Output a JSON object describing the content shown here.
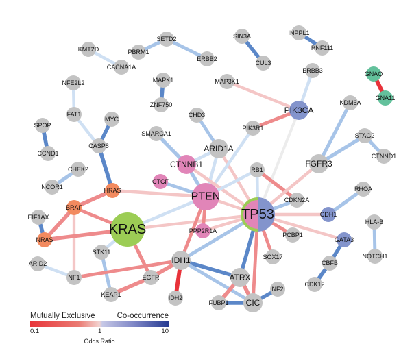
{
  "figure": {
    "type": "gene-interaction-network",
    "description": "Pairwise mutual exclusivity / co-occurrence network of mutated genes"
  },
  "colors": {
    "node_default": "#c3c3c3",
    "node_pink": "#e185b8",
    "node_green": "#9ccd55",
    "node_orange": "#f28a5f",
    "node_blue": "#8394cc",
    "node_teal": "#63c19c",
    "edge_strong_exclusive": "#e8323a",
    "edge_exclusive": "#ee8b8c",
    "edge_weak_exclusive": "#f4c6c6",
    "edge_neutral": "#ececec",
    "edge_weak_cooccur": "#cfe0f3",
    "edge_cooccur": "#a7c4e8",
    "edge_strong_cooccur": "#5b87c8"
  },
  "nodes": [
    {
      "id": "KMT2D",
      "color": "default",
      "size": "s"
    },
    {
      "id": "CACNA1A",
      "color": "default",
      "size": "s"
    },
    {
      "id": "PBRM1",
      "color": "default",
      "size": "s"
    },
    {
      "id": "SETD2",
      "color": "default",
      "size": "s"
    },
    {
      "id": "ERBB2",
      "color": "default",
      "size": "s"
    },
    {
      "id": "SIN3A",
      "color": "default",
      "size": "s"
    },
    {
      "id": "CUL3",
      "color": "default",
      "size": "s"
    },
    {
      "id": "INPPL1",
      "color": "default",
      "size": "s"
    },
    {
      "id": "RNF111",
      "color": "default",
      "size": "s"
    },
    {
      "id": "ERBB3",
      "color": "default",
      "size": "s"
    },
    {
      "id": "GNAQ",
      "color": "teal",
      "size": "s"
    },
    {
      "id": "GNA11",
      "color": "teal",
      "size": "s"
    },
    {
      "id": "MAP3K1",
      "color": "default",
      "size": "s"
    },
    {
      "id": "PIK3CA",
      "color": "blue",
      "size": "m"
    },
    {
      "id": "NFE2L2",
      "color": "default",
      "size": "s"
    },
    {
      "id": "MAPK1",
      "color": "default",
      "size": "s"
    },
    {
      "id": "ZNF750",
      "color": "default",
      "size": "s"
    },
    {
      "id": "CHD3",
      "color": "default",
      "size": "s"
    },
    {
      "id": "PIK3R1",
      "color": "default",
      "size": "s"
    },
    {
      "id": "KDM6A",
      "color": "default",
      "size": "s"
    },
    {
      "id": "FAT1",
      "color": "default",
      "size": "s"
    },
    {
      "id": "MYC",
      "color": "default",
      "size": "s"
    },
    {
      "id": "SPOP",
      "color": "default",
      "size": "s"
    },
    {
      "id": "CASP8",
      "color": "default",
      "size": "s"
    },
    {
      "id": "SMARCA1",
      "color": "default",
      "size": "s"
    },
    {
      "id": "ARID1A",
      "color": "default",
      "size": "m"
    },
    {
      "id": "STAG2",
      "color": "default",
      "size": "s"
    },
    {
      "id": "CTNND1",
      "color": "default",
      "size": "s"
    },
    {
      "id": "CTNNB1",
      "color": "pink",
      "size": "m"
    },
    {
      "id": "FGFR3",
      "color": "default",
      "size": "m"
    },
    {
      "id": "CCND1",
      "color": "default",
      "size": "s"
    },
    {
      "id": "CHEK2",
      "color": "default",
      "size": "s"
    },
    {
      "id": "RB1",
      "color": "default",
      "size": "s"
    },
    {
      "id": "CTCF",
      "color": "pink",
      "size": "s"
    },
    {
      "id": "NCOR1",
      "color": "default",
      "size": "s"
    },
    {
      "id": "HRAS",
      "color": "orange",
      "size": "s"
    },
    {
      "id": "PTEN",
      "color": "pink",
      "size": "l"
    },
    {
      "id": "CDKN2A",
      "color": "default",
      "size": "s"
    },
    {
      "id": "RHOA",
      "color": "default",
      "size": "s"
    },
    {
      "id": "BRAF",
      "color": "orange",
      "size": "s"
    },
    {
      "id": "TP53",
      "color": "multi",
      "size": "xl"
    },
    {
      "id": "CDH1",
      "color": "blue",
      "size": "s"
    },
    {
      "id": "EIF1AX",
      "color": "default",
      "size": "s"
    },
    {
      "id": "KRAS",
      "color": "green",
      "size": "xl"
    },
    {
      "id": "PPP2R1A",
      "color": "pink",
      "size": "s"
    },
    {
      "id": "HLA-B",
      "color": "default",
      "size": "s"
    },
    {
      "id": "PCBP1",
      "color": "default",
      "size": "s"
    },
    {
      "id": "GATA3",
      "color": "blue",
      "size": "s"
    },
    {
      "id": "NRAS",
      "color": "orange",
      "size": "s"
    },
    {
      "id": "STK11",
      "color": "default",
      "size": "s"
    },
    {
      "id": "SOX17",
      "color": "default",
      "size": "s"
    },
    {
      "id": "NOTCH1",
      "color": "default",
      "size": "s"
    },
    {
      "id": "CBFB",
      "color": "default",
      "size": "s"
    },
    {
      "id": "ARID2",
      "color": "default",
      "size": "s"
    },
    {
      "id": "IDH1",
      "color": "default",
      "size": "m"
    },
    {
      "id": "NF1",
      "color": "default",
      "size": "s"
    },
    {
      "id": "EGFR",
      "color": "default",
      "size": "s"
    },
    {
      "id": "ATRX",
      "color": "default",
      "size": "m"
    },
    {
      "id": "CDK12",
      "color": "default",
      "size": "s"
    },
    {
      "id": "NF2",
      "color": "default",
      "size": "s"
    },
    {
      "id": "KEAP1",
      "color": "default",
      "size": "s"
    },
    {
      "id": "IDH2",
      "color": "default",
      "size": "s"
    },
    {
      "id": "FUBP1",
      "color": "default",
      "size": "s"
    },
    {
      "id": "CIC",
      "color": "default",
      "size": "m"
    }
  ],
  "edges": [
    {
      "source": "KMT2D",
      "target": "CACNA1A",
      "odds_ratio": 2
    },
    {
      "source": "PBRM1",
      "target": "SETD2",
      "odds_ratio": 3
    },
    {
      "source": "SETD2",
      "target": "ERBB2",
      "odds_ratio": 3
    },
    {
      "source": "SIN3A",
      "target": "CUL3",
      "odds_ratio": 5
    },
    {
      "source": "INPPL1",
      "target": "RNF111",
      "odds_ratio": 5
    },
    {
      "source": "GNAQ",
      "target": "GNA11",
      "odds_ratio": 0.1
    },
    {
      "source": "ERBB3",
      "target": "PIK3CA",
      "odds_ratio": 1.8
    },
    {
      "source": "MAP3K1",
      "target": "PIK3CA",
      "odds_ratio": 0.7
    },
    {
      "source": "PIK3R1",
      "target": "PIK3CA",
      "odds_ratio": 0.3
    },
    {
      "source": "PIK3CA",
      "target": "TP53",
      "odds_ratio": 1
    },
    {
      "source": "MAPK1",
      "target": "ZNF750",
      "odds_ratio": 6
    },
    {
      "source": "NFE2L2",
      "target": "FAT1",
      "odds_ratio": 1.8
    },
    {
      "source": "FAT1",
      "target": "CASP8",
      "odds_ratio": 2
    },
    {
      "source": "MYC",
      "target": "CASP8",
      "odds_ratio": 5
    },
    {
      "source": "CASP8",
      "target": "HRAS",
      "odds_ratio": 7
    },
    {
      "source": "SPOP",
      "target": "CCND1",
      "odds_ratio": 7
    },
    {
      "source": "CHEK2",
      "target": "NCOR1",
      "odds_ratio": 4
    },
    {
      "source": "CHD3",
      "target": "ARID1A",
      "odds_ratio": 2.5
    },
    {
      "source": "SMARCA1",
      "target": "CTNNB1",
      "odds_ratio": 4
    },
    {
      "source": "ARID1A",
      "target": "CTNNB1",
      "odds_ratio": 2
    },
    {
      "source": "ARID1A",
      "target": "PTEN",
      "odds_ratio": 2
    },
    {
      "source": "ARID1A",
      "target": "TP53",
      "odds_ratio": 0.6
    },
    {
      "source": "PIK3R1",
      "target": "PTEN",
      "odds_ratio": 1.8
    },
    {
      "source": "CTNNB1",
      "target": "PTEN",
      "odds_ratio": 4
    },
    {
      "source": "CTNNB1",
      "target": "TP53",
      "odds_ratio": 0.5
    },
    {
      "source": "CTCF",
      "target": "PTEN",
      "odds_ratio": 2.5
    },
    {
      "source": "RB1",
      "target": "PTEN",
      "odds_ratio": 2
    },
    {
      "source": "RB1",
      "target": "TP53",
      "odds_ratio": 2
    },
    {
      "source": "RB1",
      "target": "CDKN2A",
      "odds_ratio": 0.25
    },
    {
      "source": "KDM6A",
      "target": "FGFR3",
      "odds_ratio": 3
    },
    {
      "source": "STAG2",
      "target": "FGFR3",
      "odds_ratio": 4
    },
    {
      "source": "STAG2",
      "target": "CTNND1",
      "odds_ratio": 4
    },
    {
      "source": "FGFR3",
      "target": "TP53",
      "odds_ratio": 0.5
    },
    {
      "source": "CDKN2A",
      "target": "TP53",
      "odds_ratio": 3
    },
    {
      "source": "RHOA",
      "target": "CDH1",
      "odds_ratio": 4
    },
    {
      "source": "CDH1",
      "target": "TP53",
      "odds_ratio": 0.6
    },
    {
      "source": "GATA3",
      "target": "TP53",
      "odds_ratio": 0.6
    },
    {
      "source": "PCBP1",
      "target": "TP53",
      "odds_ratio": 0.4
    },
    {
      "source": "SOX17",
      "target": "TP53",
      "odds_ratio": 0.4
    },
    {
      "source": "HLA-B",
      "target": "NOTCH1",
      "odds_ratio": 3
    },
    {
      "source": "GATA3",
      "target": "CBFB",
      "odds_ratio": 5
    },
    {
      "source": "CBFB",
      "target": "CDK12",
      "odds_ratio": 7
    },
    {
      "source": "HRAS",
      "target": "BRAF",
      "odds_ratio": 0.15
    },
    {
      "source": "HRAS",
      "target": "PTEN",
      "odds_ratio": 0.5
    },
    {
      "source": "BRAF",
      "target": "NRAS",
      "odds_ratio": 0.15
    },
    {
      "source": "BRAF",
      "target": "KRAS",
      "odds_ratio": 0.4
    },
    {
      "source": "BRAF",
      "target": "NF1",
      "odds_ratio": 0.7
    },
    {
      "source": "EIF1AX",
      "target": "NRAS",
      "odds_ratio": 6
    },
    {
      "source": "NRAS",
      "target": "KRAS",
      "odds_ratio": 0.15
    },
    {
      "source": "KRAS",
      "target": "PTEN",
      "odds_ratio": 1.8
    },
    {
      "source": "KRAS",
      "target": "TP53",
      "odds_ratio": 0.8
    },
    {
      "source": "KRAS",
      "target": "STK11",
      "odds_ratio": 2
    },
    {
      "source": "KRAS",
      "target": "EGFR",
      "odds_ratio": 0.3
    },
    {
      "source": "PTEN",
      "target": "TP53",
      "odds_ratio": 0.7
    },
    {
      "source": "PTEN",
      "target": "PPP2R1A",
      "odds_ratio": 0.4
    },
    {
      "source": "PTEN",
      "target": "IDH1",
      "odds_ratio": 0.4
    },
    {
      "source": "PPP2R1A",
      "target": "TP53",
      "odds_ratio": 0.7
    },
    {
      "source": "IDH1",
      "target": "TP53",
      "odds_ratio": 3
    },
    {
      "source": "ATRX",
      "target": "TP53",
      "odds_ratio": 5
    },
    {
      "source": "CIC",
      "target": "TP53",
      "odds_ratio": 0.4
    },
    {
      "source": "STK11",
      "target": "KEAP1",
      "odds_ratio": 3
    },
    {
      "source": "ARID2",
      "target": "NF1",
      "odds_ratio": 2
    },
    {
      "source": "NF1",
      "target": "IDH1",
      "odds_ratio": 0.4
    },
    {
      "source": "EGFR",
      "target": "IDH1",
      "odds_ratio": 0.15
    },
    {
      "source": "KEAP1",
      "target": "EGFR",
      "odds_ratio": 0.15
    },
    {
      "source": "IDH1",
      "target": "IDH2",
      "odds_ratio": 0.12
    },
    {
      "source": "IDH1",
      "target": "ATRX",
      "odds_ratio": 6
    },
    {
      "source": "IDH1",
      "target": "CIC",
      "odds_ratio": 2.5
    },
    {
      "source": "ATRX",
      "target": "FUBP1",
      "odds_ratio": 0.15
    },
    {
      "source": "ATRX",
      "target": "CIC",
      "odds_ratio": 0.15
    },
    {
      "source": "FUBP1",
      "target": "CIC",
      "odds_ratio": 5
    },
    {
      "source": "CIC",
      "target": "NF2",
      "odds_ratio": 5
    }
  ],
  "legend": {
    "left_title": "Mutually Exclusive",
    "right_title": "Co-occurrence",
    "ticks": [
      "0.1",
      "1",
      "10"
    ],
    "axis_label": "Odds Ratio",
    "scale": {
      "min": 0.1,
      "mid": 1,
      "max": 10,
      "log": true
    }
  }
}
